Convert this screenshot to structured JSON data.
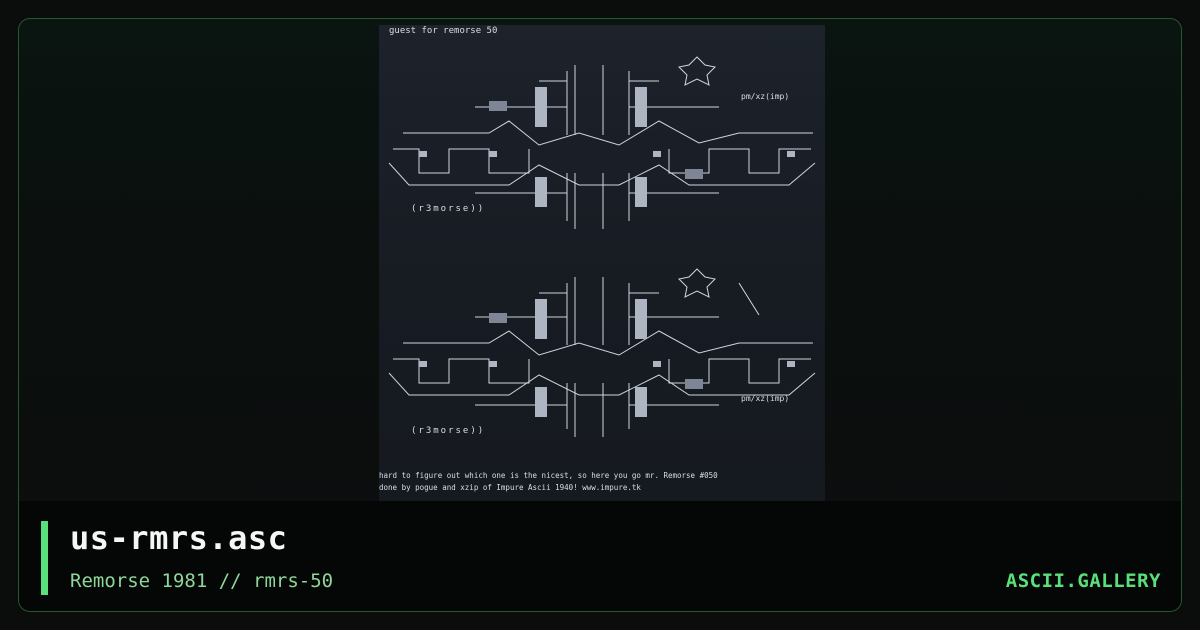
{
  "file": {
    "title": "us-rmrs.asc",
    "subtitle": "Remorse 1981 // rmrs-50"
  },
  "brand": {
    "label": "ASCII.GALLERY"
  },
  "art": {
    "header_line": "guest for remorse 50",
    "tag_1": "pm/xz(imp)",
    "tag_2": "pm/xz(imp)",
    "signature_1": "(r3morse))",
    "signature_2": "(r3morse))",
    "footer_line_1": "hard to figure out which one is the nicest, so here you go mr. Remorse #050",
    "footer_line_2": "done by pogue and xzip of Impure Ascii 1940! www.impure.tk"
  },
  "colors": {
    "accent": "#5ae07a",
    "subtitle": "#8fd69a",
    "frame_border": "#235a2c",
    "art_text": "#d8dde6"
  }
}
